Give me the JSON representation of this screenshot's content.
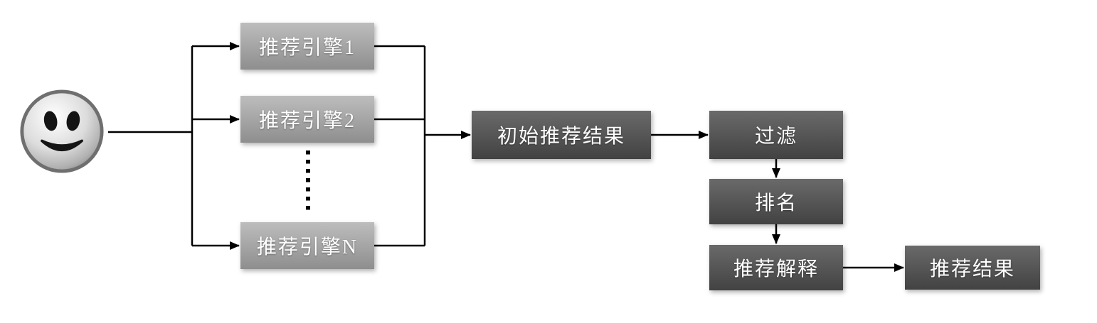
{
  "nodes": {
    "engine1": {
      "label": "推荐引擎1"
    },
    "engine2": {
      "label": "推荐引擎2"
    },
    "engineN": {
      "label": "推荐引擎N"
    },
    "initial_results": {
      "label": "初始推荐结果"
    },
    "filter": {
      "label": "过滤"
    },
    "ranking": {
      "label": "排名"
    },
    "explanation": {
      "label": "推荐解释"
    },
    "final_results": {
      "label": "推荐结果"
    }
  },
  "icons": {
    "user": "smiley-face-icon"
  },
  "colors": {
    "engine_box_top": "#bdbdbd",
    "engine_box_bottom": "#8e8e8e",
    "dark_box_top": "#6a6a6a",
    "dark_box_bottom": "#424242",
    "box_text": "#ffffff",
    "connector": "#000000",
    "background": "#ffffff"
  }
}
